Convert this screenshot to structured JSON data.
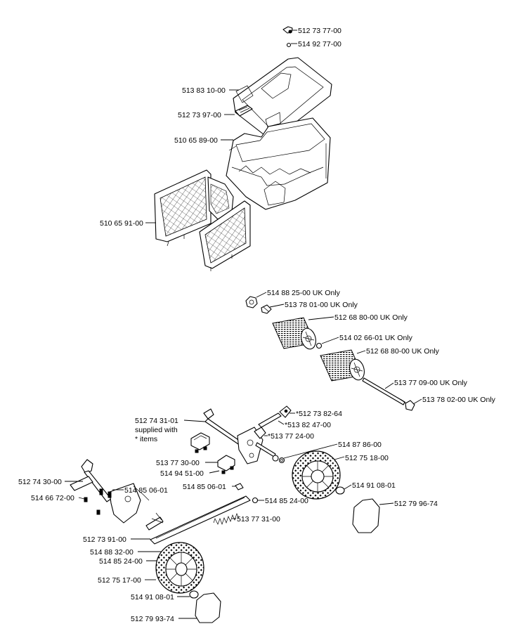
{
  "diagram_title": "",
  "parts": {
    "p_512_73_77": "512 73 77-00",
    "p_514_92_77": "514 92 77-00",
    "p_513_83_10": "513 83 10-00",
    "p_512_73_97": "512 73 97-00",
    "p_510_65_89": "510 65 89-00",
    "p_510_65_91": "510 65 91-00",
    "p_514_88_25": "514 88 25-00 UK Only",
    "p_513_78_01": "513 78 01-00 UK Only",
    "p_512_68_80_a": "512 68 80-00 UK Only",
    "p_514_02_66": "514 02 66-01 UK Only",
    "p_512_68_80_b": "512 68 80-00 UK Only",
    "p_513_77_09": "513 77 09-00 UK Only",
    "p_513_78_02": "513 78 02-00 UK Only",
    "p_512_74_31_l1": "512 74 31-01",
    "p_512_74_31_l2": "supplied with",
    "p_512_74_31_l3": "* items",
    "p_512_73_82": "*512 73 82-64",
    "p_513_82_47": "*513 82 47-00",
    "p_513_77_24": "*513 77 24-00",
    "p_514_87_86": "514 87 86-00",
    "p_512_75_18": "512 75 18-00",
    "p_513_77_30": "513 77 30-00",
    "p_514_94_51": "514 94 51-00",
    "p_512_74_30": "512 74 30-00",
    "p_514_85_06_a": "514 85 06-01",
    "p_514_66_72": "514 66 72-00",
    "p_514_85_06_b": "514 85 06-01",
    "p_514_91_08_a": "514 91 08-01",
    "p_514_85_24_a": "514 85 24-00",
    "p_512_79_96": "512 79 96-74",
    "p_513_77_31": "513 77 31-00",
    "p_512_73_91": "512 73 91-00",
    "p_514_88_32": "514 88 32-00",
    "p_514_85_24_b": "514 85 24-00",
    "p_512_75_17": "512 75 17-00",
    "p_514_91_08_b": "514 91 08-01",
    "p_512_79_93": "512 79 93-74"
  }
}
